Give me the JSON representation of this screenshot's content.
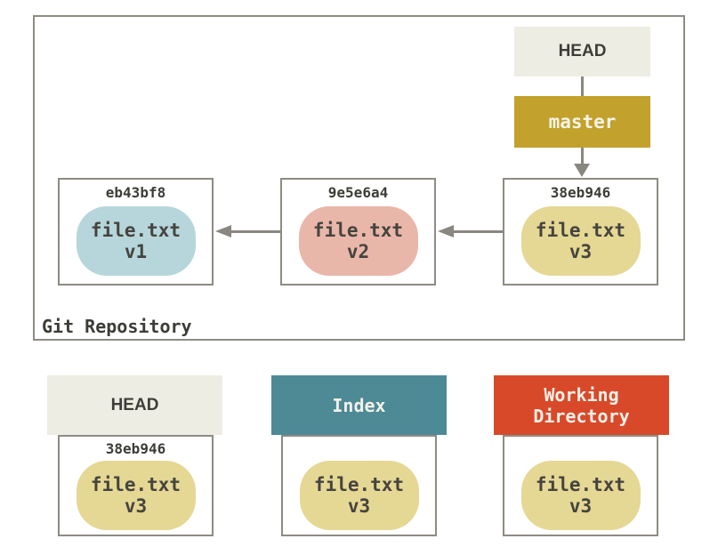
{
  "repository": {
    "label": "Git Repository",
    "head_label": "HEAD",
    "branch_label": "master",
    "commits": [
      {
        "hash": "eb43bf8",
        "file": "file.txt",
        "version": "v1",
        "blob_color": "#b6d6db"
      },
      {
        "hash": "9e5e6a4",
        "file": "file.txt",
        "version": "v2",
        "blob_color": "#e9b6aa"
      },
      {
        "hash": "38eb946",
        "file": "file.txt",
        "version": "v3",
        "blob_color": "#e5d794"
      }
    ]
  },
  "areas": [
    {
      "label": "HEAD",
      "hash": "38eb946",
      "file": "file.txt",
      "version": "v3",
      "header_bg": "#eeede3",
      "header_text": "#3e3d38"
    },
    {
      "label": "Index",
      "hash": "",
      "file": "file.txt",
      "version": "v3",
      "header_bg": "#4d8a96",
      "header_text": "#f3f1e8"
    },
    {
      "label": "Working Directory",
      "hash": "",
      "file": "file.txt",
      "version": "v3",
      "header_bg": "#d8492a",
      "header_text": "#f3f1e8"
    }
  ],
  "colors": {
    "box_border": "#8e8b84",
    "arrow": "#8a8680",
    "branch_badge_bg": "#c2a12c",
    "head_badge_bg": "#eeede3",
    "text_dark": "#3d3c37"
  }
}
